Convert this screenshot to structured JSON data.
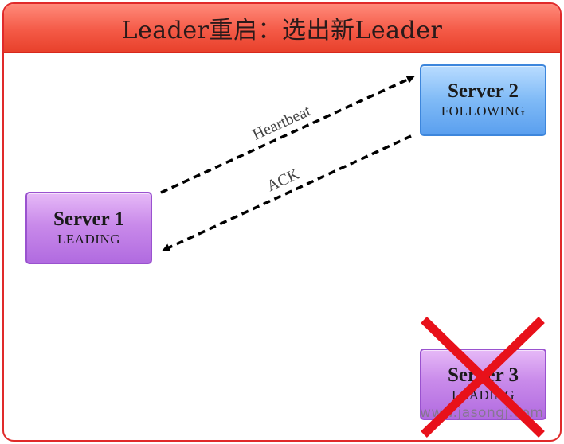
{
  "title": "Leader重启：选出新Leader",
  "servers": {
    "server1": {
      "name": "Server 1",
      "state": "LEADING"
    },
    "server2": {
      "name": "Server 2",
      "state": "FOLLOWING"
    },
    "server3": {
      "name": "Server 3",
      "state": "LEADING"
    }
  },
  "edges": {
    "heartbeat": {
      "label": "Heartbeat"
    },
    "ack": {
      "label": "ACK"
    }
  },
  "watermark": "www.jasongj.com",
  "colors": {
    "frame_border": "#e02a2a",
    "title_bar": "#f45a47",
    "purple_box": "#c98aea",
    "blue_box": "#7fbaf6",
    "cross": "#e8111a"
  },
  "icons": {
    "failure_mark": "cross-icon"
  }
}
